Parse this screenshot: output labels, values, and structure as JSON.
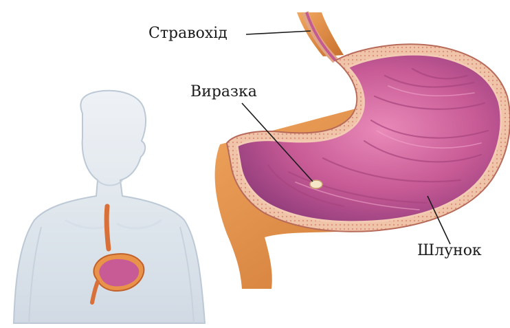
{
  "labels": {
    "esophagus": "Стравохід",
    "ulcer": "Виразка",
    "stomach": "Шлунок"
  },
  "colors": {
    "background": "#ffffff",
    "stomach_wall": "#e2a08a",
    "stomach_lining": "#c45a92",
    "stomach_rim": "#f2c9b0",
    "outer_orange": "#e8924a",
    "body_glass": "#dfe7ef",
    "leader_line": "#1a1a1a"
  }
}
